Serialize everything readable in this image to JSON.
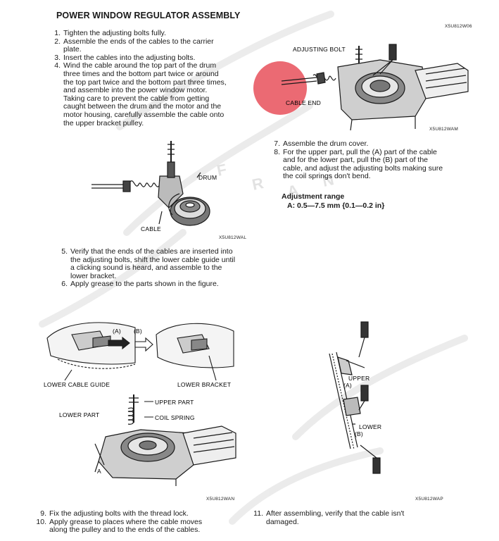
{
  "title": "POWER WINDOW REGULATOR ASSEMBLY",
  "steps_top": [
    {
      "num": "1.",
      "lines": [
        "Tighten the adjusting bolts fully."
      ]
    },
    {
      "num": "2.",
      "lines": [
        "Assemble the ends of the cables to the carrier",
        "plate."
      ]
    },
    {
      "num": "3.",
      "lines": [
        "Insert the cables into the adjusting bolts."
      ]
    },
    {
      "num": "4.",
      "lines": [
        "Wind the cable around the top part of the drum",
        "three times and the bottom part twice or around",
        "the top part twice and the bottom part three times,",
        "and assemble into the power window motor.",
        "Taking care to prevent the cable from getting",
        "caught between the drum and the motor and the",
        "motor housing, carefully assemble the cable onto",
        "the upper bracket pulley."
      ]
    }
  ],
  "steps_mid": [
    {
      "num": "5.",
      "lines": [
        "Verify that the ends of the cables are inserted into",
        "the adjusting bolts, shift the lower cable guide until",
        "a clicking sound is heard, and assemble to the",
        "lower bracket."
      ]
    },
    {
      "num": "6.",
      "lines": [
        "Apply grease to the parts shown in the figure."
      ]
    }
  ],
  "steps_right": [
    {
      "num": "7.",
      "lines": [
        "Assemble the drum cover."
      ]
    },
    {
      "num": "8.",
      "lines": [
        "For the upper part, pull the (A) part of the cable",
        "and for the lower part, pull the (B) part of the",
        "cable, and adjust the adjusting bolts making sure",
        "the coil springs don't bend."
      ]
    }
  ],
  "adjustment": {
    "title": "Adjustment range",
    "value": "A: 0.5—7.5 mm {0.1—0.2 in}"
  },
  "steps_bottom_left": [
    {
      "num": "9.",
      "lines": [
        "Fix the adjusting bolts with the thread lock."
      ]
    },
    {
      "num": "10.",
      "lines": [
        "Apply grease to places where the cable moves",
        "along the pulley and to the ends of the cables."
      ]
    }
  ],
  "steps_bottom_right": [
    {
      "num": "11.",
      "lines": [
        "After assembling, verify that the cable isn't",
        "damaged."
      ]
    }
  ],
  "fig_codes": {
    "fig1": "X5U812W06",
    "fig1b": "X5U812WAM",
    "fig2": "X5U812WAL",
    "fig3": "X5U812WAN",
    "fig4": "X5U812WAP"
  },
  "labels": {
    "adjusting_bolt": "ADJUSTING BOLT",
    "cable_end": "CABLE END",
    "drum": "DRUM",
    "cable": "CABLE",
    "a_mark": "(A)",
    "b_mark": "(B)",
    "lower_cable_guide": "LOWER CABLE GUIDE",
    "lower_bracket": "LOWER BRACKET",
    "upper_part": "UPPER PART",
    "coil_spring": "COIL SPRING",
    "lower_part": "LOWER PART",
    "a_letter": "A",
    "upper": "UPPER",
    "lower": "LOWER"
  },
  "colors": {
    "watermark_red": "#e8505b",
    "watermark_gray": "#d8d8d8",
    "ink": "#1a1a1a"
  }
}
